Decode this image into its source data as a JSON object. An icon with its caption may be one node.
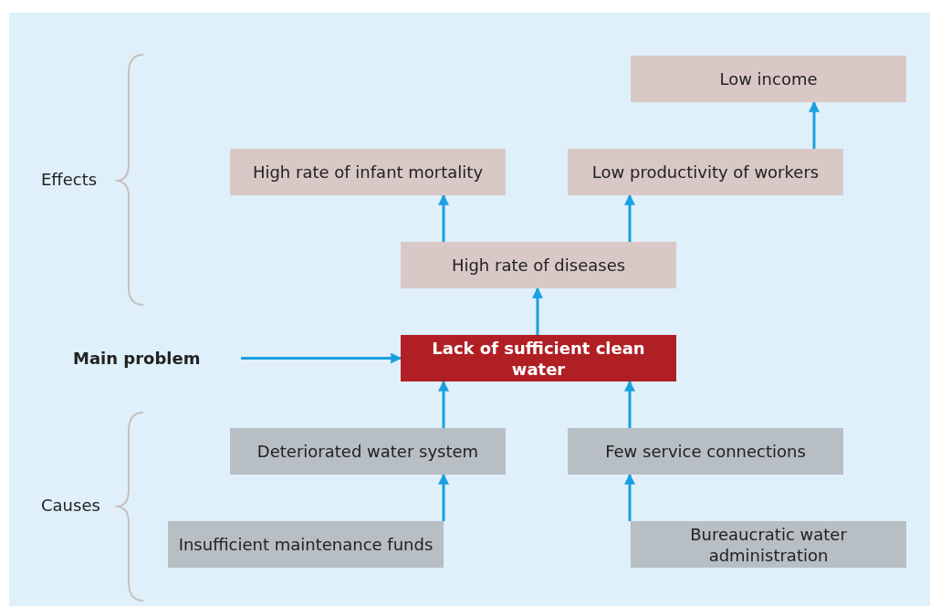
{
  "diagram": {
    "nodes": [
      {
        "text": [
          "Low income"
        ]
      },
      {
        "text": [
          "High rate of infant mortality"
        ]
      },
      {
        "text": [
          "Low productivity of workers"
        ]
      },
      {
        "text": [
          "High rate of diseases"
        ]
      },
      {
        "text": [
          "Main problem"
        ]
      },
      {
        "text": [
          "Lack of sufficient clean water"
        ]
      },
      {
        "text": [
          "Deteriorated water system"
        ]
      },
      {
        "text": [
          "Few service connections"
        ]
      },
      {
        "text": [
          "Insufficient maintenance funds"
        ]
      },
      {
        "text": [
          "Bureaucratic water administration"
        ]
      }
    ],
    "edges": [
      {
        "from": 2,
        "to": 0,
        "arrow": "to"
      },
      {
        "from": 3,
        "to": 1,
        "arrow": "to"
      },
      {
        "from": 3,
        "to": 2,
        "arrow": "to"
      },
      {
        "from": 5,
        "to": 3,
        "arrow": "to"
      },
      {
        "from": 4,
        "to": 5,
        "arrow": "to"
      },
      {
        "from": 6,
        "to": 5,
        "arrow": "to"
      },
      {
        "from": 7,
        "to": 5,
        "arrow": "to"
      },
      {
        "from": 8,
        "to": 6,
        "arrow": "to"
      },
      {
        "from": 9,
        "to": 7,
        "arrow": "to"
      }
    ],
    "labels": [
      "Effects",
      "Causes"
    ]
  }
}
